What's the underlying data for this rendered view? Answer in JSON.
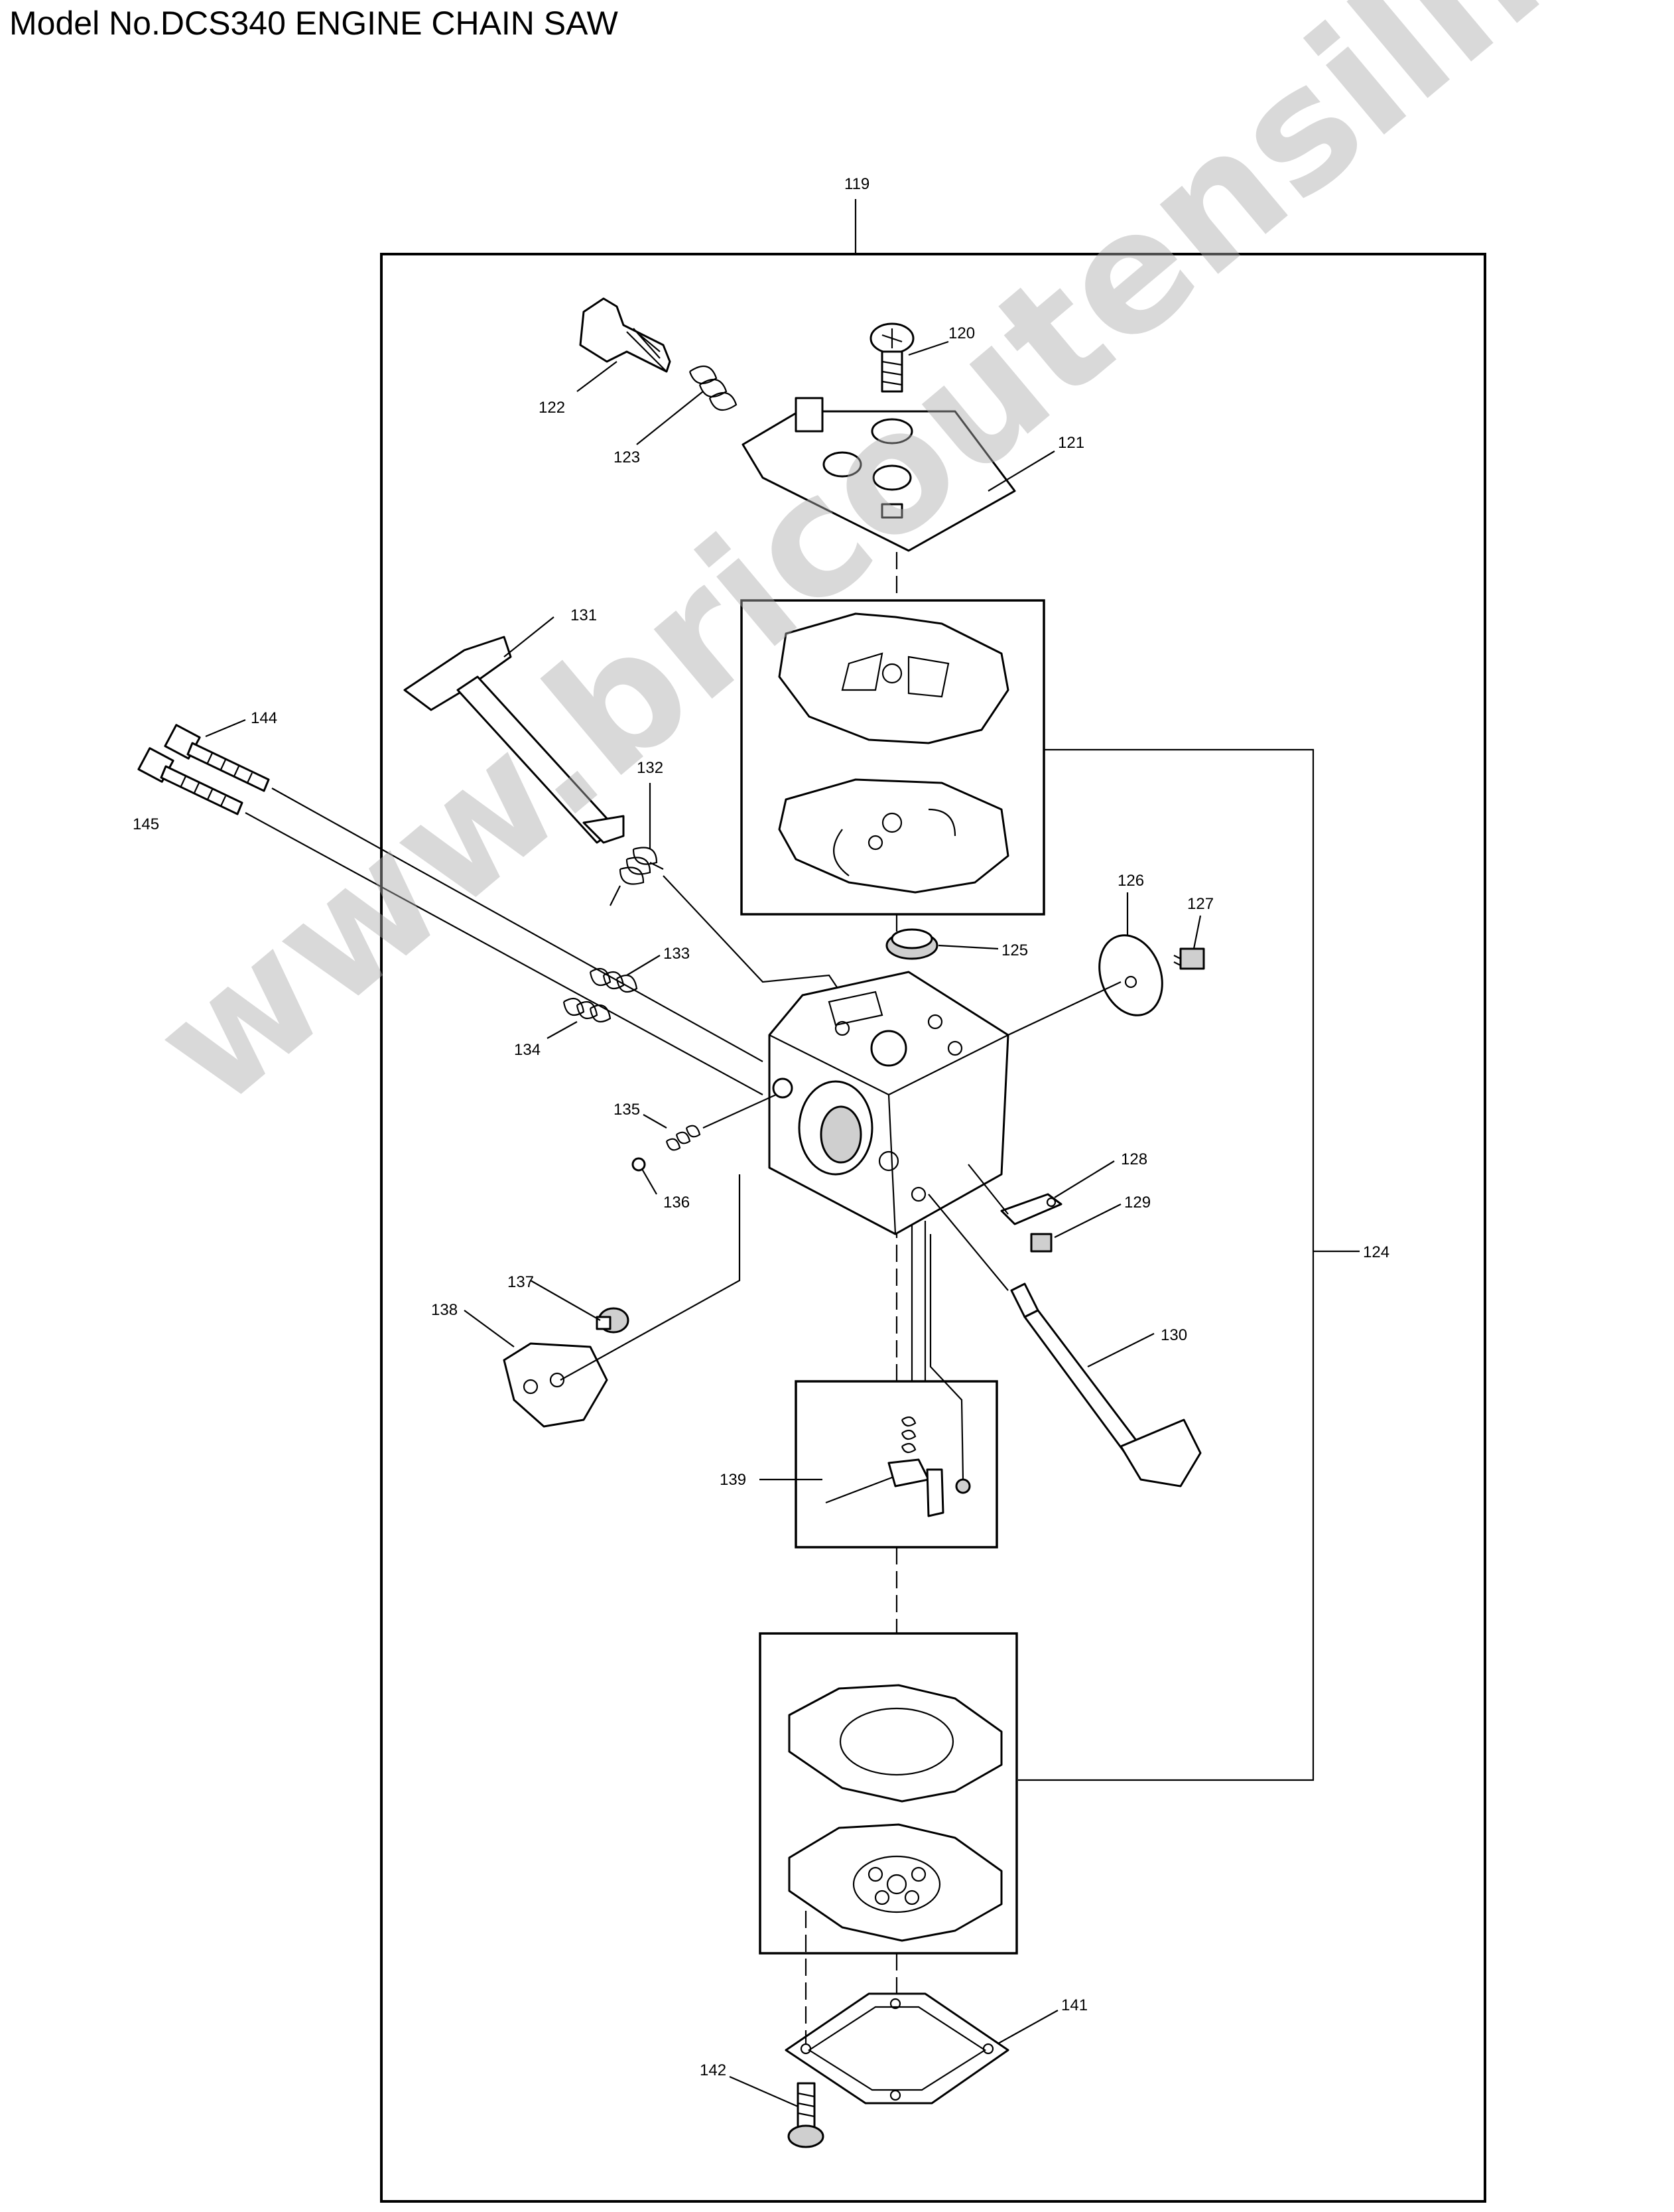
{
  "title": "Model No.DCS340 ENGINE CHAIN SAW",
  "watermark": "www.bricoutensili.com",
  "labels": {
    "p119": "119",
    "p120": "120",
    "p121": "121",
    "p122": "122",
    "p123": "123",
    "p124": "124",
    "p125": "125",
    "p126": "126",
    "p127": "127",
    "p128": "128",
    "p129": "129",
    "p130": "130",
    "p131": "131",
    "p132": "132",
    "p133": "133",
    "p134": "134",
    "p135": "135",
    "p136": "136",
    "p137": "137",
    "p138": "138",
    "p139": "139",
    "p141": "141",
    "p142": "142",
    "p144": "144",
    "p145": "145"
  }
}
